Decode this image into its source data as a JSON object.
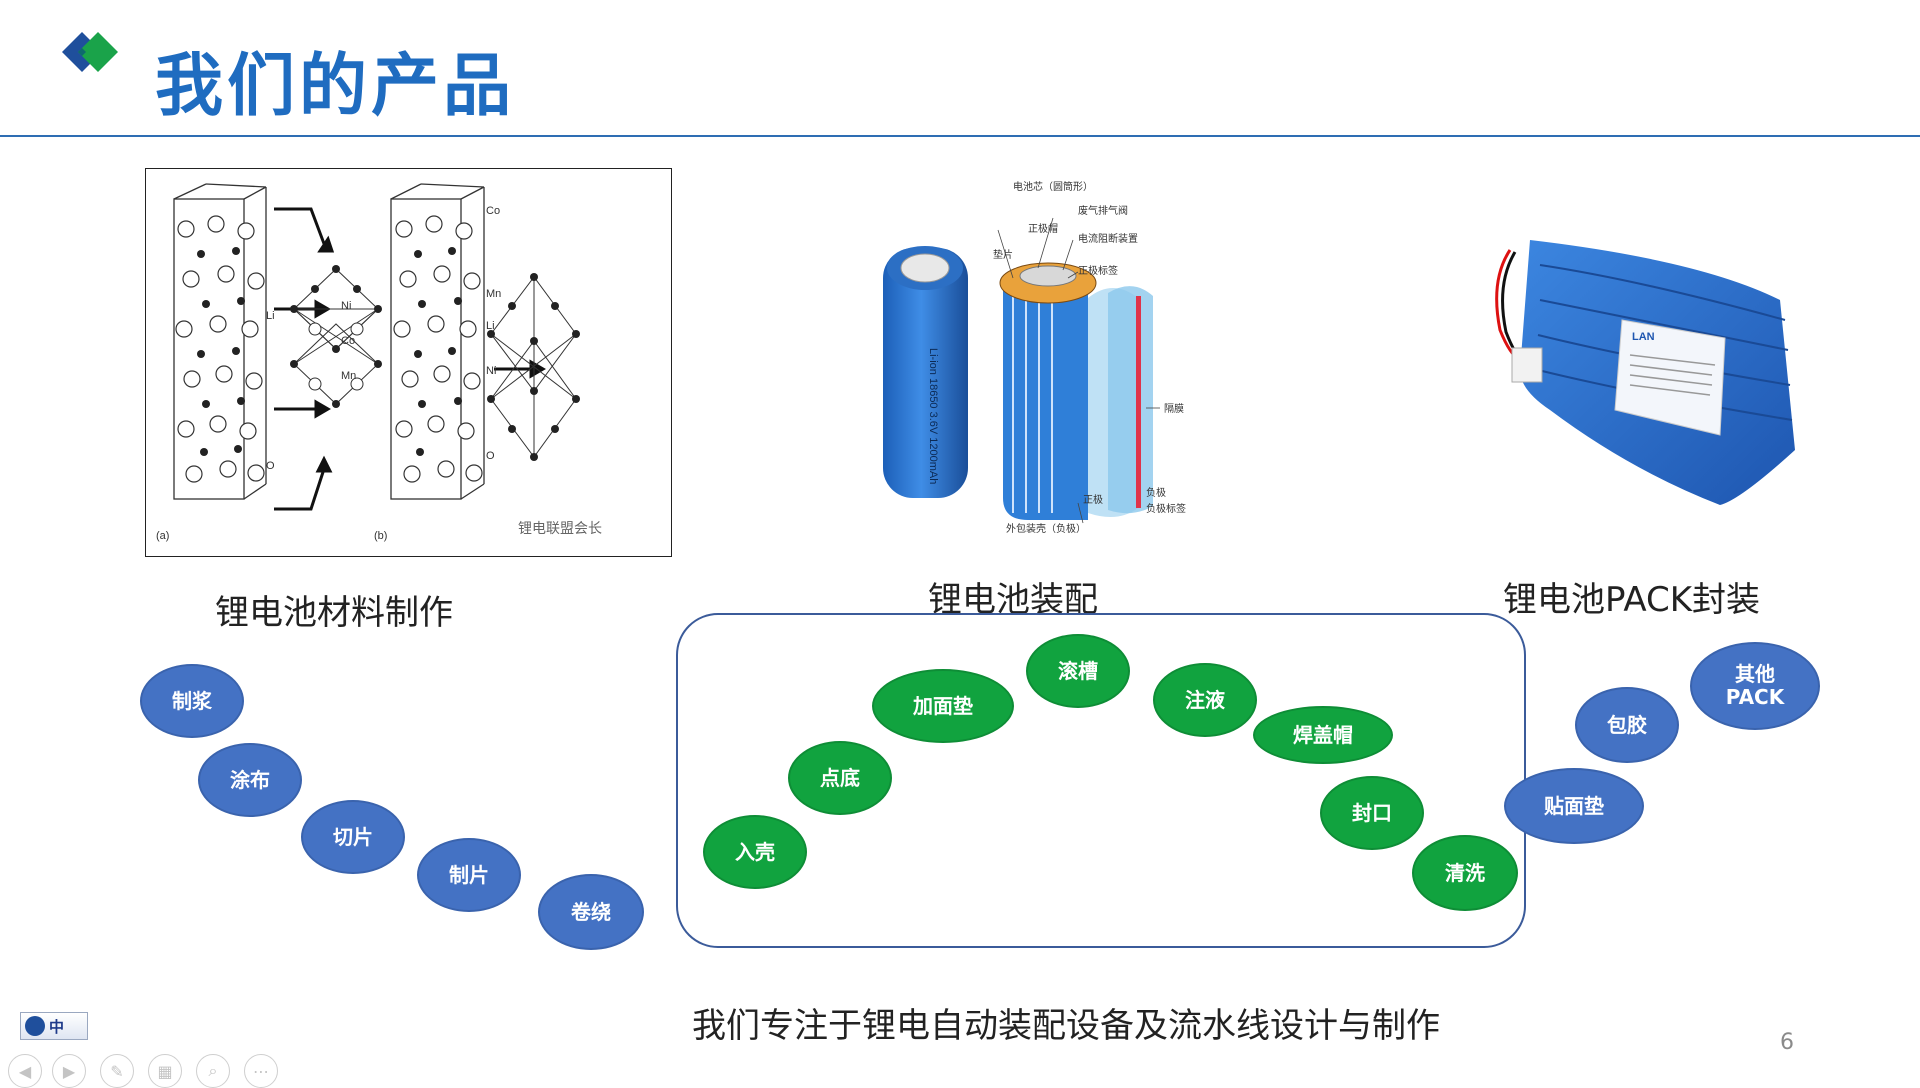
{
  "header": {
    "title": "我们的产品",
    "colors": {
      "title": "#1f6cc0",
      "logo_blue": "#1f4f9c",
      "logo_green": "#1aa34a",
      "rule": "#2e6db3"
    }
  },
  "panels": {
    "materials": {
      "caption": "锂电池材料制作",
      "image_labels": {
        "a": "(a)",
        "b": "(b)",
        "li": "Li",
        "o": "O",
        "ni": "Ni",
        "co": "Co",
        "mn": "Mn",
        "watermark": "锂电联盟会长"
      }
    },
    "assembly": {
      "caption": "锂电池装配",
      "cell_print": "Li-ion 18650 3.6V 1200mAh",
      "diagram_labels": {
        "core": "电池芯（圆筒形）",
        "vent": "废气排气阀",
        "cap": "正极帽",
        "cid": "电流阻断装置",
        "gasket": "垫片",
        "tab_pos": "正极标签",
        "separator": "隔膜",
        "positive": "正极",
        "negative": "负极",
        "tab_neg": "负极标签",
        "case": "外包装壳（负极）"
      }
    },
    "pack": {
      "caption": "锂电池PACK封装",
      "label_brand": "LAN"
    }
  },
  "process": {
    "material_steps": [
      "制浆",
      "涂布",
      "切片",
      "制片",
      "卷绕"
    ],
    "assembly_steps": [
      "入壳",
      "点底",
      "加面垫",
      "滚槽",
      "注液",
      "焊盖帽",
      "封口",
      "清洗"
    ],
    "pack_steps": [
      "贴面垫",
      "包胶",
      "其他\nPACK"
    ],
    "colors": {
      "material": "#4472c4",
      "assembly": "#11a33f",
      "pack": "#4472c4"
    }
  },
  "footer": {
    "statement": "我们专注于锂电自动装配设备及流水线设计与制作",
    "page_number": "6"
  },
  "toolbar": {
    "ime_lang": "中",
    "buttons": [
      "back-icon",
      "forward-icon",
      "pen-icon",
      "slides-icon",
      "zoom-icon",
      "more-icon"
    ]
  }
}
